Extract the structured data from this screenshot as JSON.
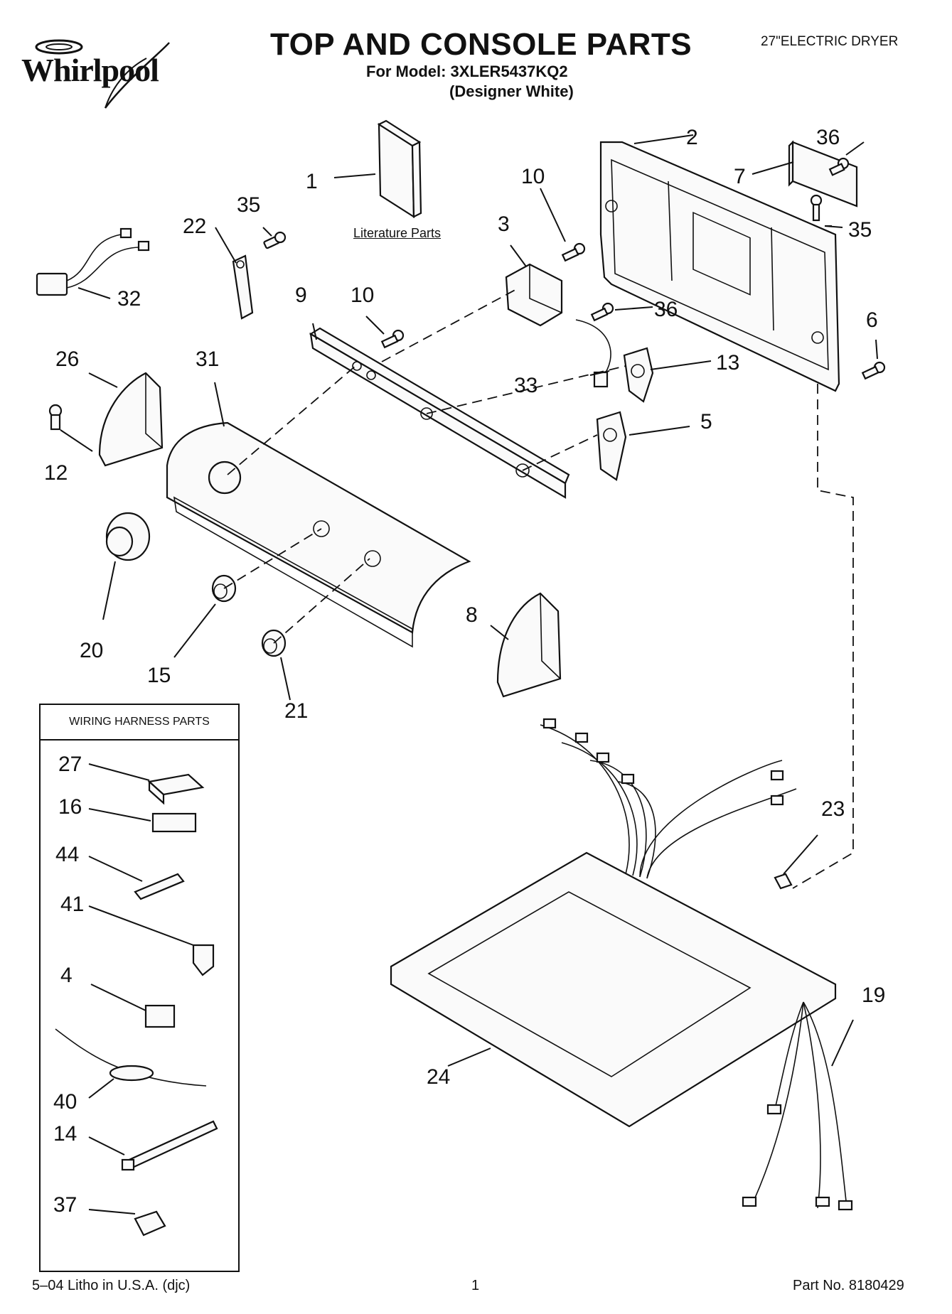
{
  "header": {
    "brand": "Whirlpool",
    "title": "TOP AND CONSOLE PARTS",
    "model_line": "For Model: 3XLER5437KQ2",
    "variant_line": "(Designer White)",
    "product_line": "27\"ELECTRIC DRYER"
  },
  "labels": {
    "literature_parts": "Literature Parts",
    "wiring_harness_title": "WIRING HARNESS PARTS"
  },
  "callouts": {
    "c1": "1",
    "c2": "2",
    "c3": "3",
    "c5": "5",
    "c6": "6",
    "c7": "7",
    "c8": "8",
    "c9": "9",
    "c10a": "10",
    "c10b": "10",
    "c12": "12",
    "c13": "13",
    "c15": "15",
    "c19": "19",
    "c20": "20",
    "c21": "21",
    "c22": "22",
    "c23": "23",
    "c24": "24",
    "c26": "26",
    "c31": "31",
    "c32": "32",
    "c33": "33",
    "c35a": "35",
    "c35b": "35",
    "c36a": "36",
    "c36b": "36",
    "c27": "27",
    "c16": "16",
    "c44": "44",
    "c41": "41",
    "c4": "4",
    "c40": "40",
    "c14": "14",
    "c37": "37"
  },
  "footer": {
    "litho": "5–04 Litho in U.S.A. (djc)",
    "page": "1",
    "part_no": "Part No. 8180429"
  }
}
